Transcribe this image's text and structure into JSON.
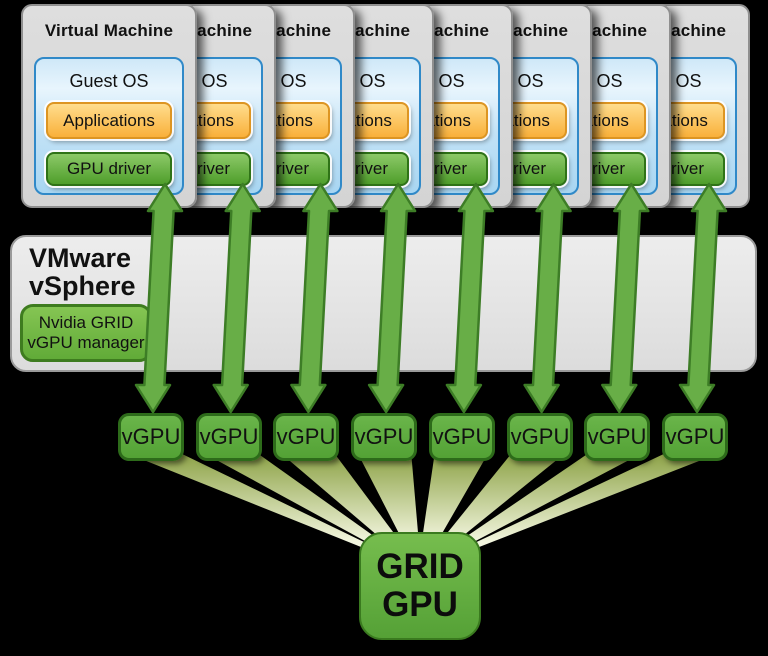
{
  "diagram": {
    "virtual_machines": {
      "count": 8,
      "title": "Virtual Machine",
      "guest_os_label": "Guest OS",
      "applications_label": "Applications",
      "gpu_driver_label": "GPU driver"
    },
    "hypervisor": {
      "name_line1": "VMware",
      "name_line2": "vSphere",
      "manager_line1": "Nvidia GRID",
      "manager_line2": "vGPU manager"
    },
    "vgpus": {
      "count": 8,
      "label": "vGPU"
    },
    "physical_gpu": {
      "label_line1": "GRID",
      "label_line2": "GPU"
    },
    "colors": {
      "background": "#000000",
      "vm_card_fill": "#d9d9d9",
      "guest_os_border": "#3089c8",
      "applications_fill": "#f9b03a",
      "gpu_driver_fill": "#51a02c",
      "arrow_fill": "#68ae47",
      "arrow_stroke": "#3d7d26",
      "beam_start": "#8ba144",
      "beam_end": "#f3f6df",
      "green_border": "#2d6b1a"
    }
  }
}
